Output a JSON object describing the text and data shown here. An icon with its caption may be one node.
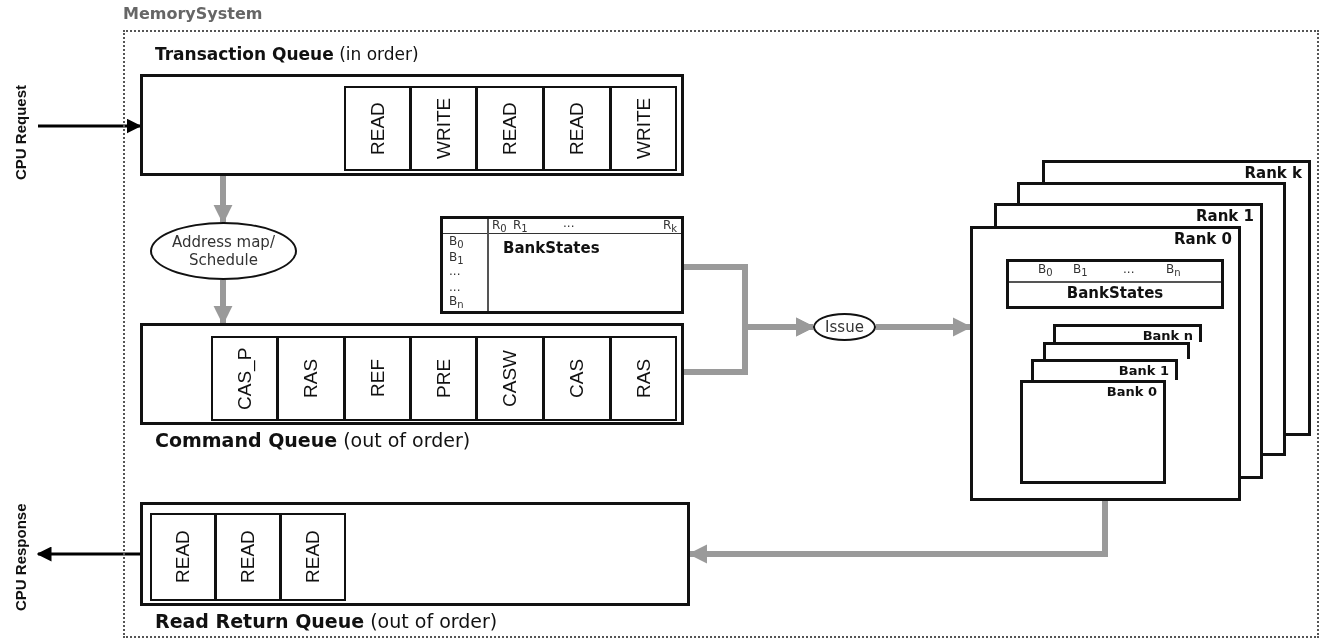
{
  "diagram": {
    "nodes": [
      {
        "text": [
          "MemorySystem"
        ]
      },
      {
        "text": [
          "**Transaction Queue** (in order)"
        ],
        "in": 0
      },
      {
        "text": [
          "READ"
        ],
        "in": 1
      },
      {
        "text": [
          "WRITE"
        ],
        "in": 1
      },
      {
        "text": [
          "READ"
        ],
        "in": 1
      },
      {
        "text": [
          "READ"
        ],
        "in": 1
      },
      {
        "text": [
          "WRITE"
        ],
        "in": 1
      },
      {
        "text": [
          "Address map/ Schedule"
        ],
        "in": 0
      },
      {
        "text": [
          "BankStates"
        ],
        "in": 0
      },
      {
        "text": [
          "**Command Queue** (out of order)"
        ],
        "in": 0
      },
      {
        "text": [
          "CAS_P"
        ],
        "in": 9
      },
      {
        "text": [
          "RAS"
        ],
        "in": 9
      },
      {
        "text": [
          "REF"
        ],
        "in": 9
      },
      {
        "text": [
          "PRE"
        ],
        "in": 9
      },
      {
        "text": [
          "CASW"
        ],
        "in": 9
      },
      {
        "text": [
          "CAS"
        ],
        "in": 9
      },
      {
        "text": [
          "RAS"
        ],
        "in": 9
      },
      {
        "text": [
          "Issue"
        ],
        "in": 0
      },
      {
        "text": [
          "Rank k"
        ],
        "in": 0
      },
      {
        "text": [],
        "shape": "box",
        "in": 0
      },
      {
        "text": [
          "Rank 1"
        ],
        "in": 0
      },
      {
        "text": [
          "Rank 0"
        ],
        "in": 0
      },
      {
        "text": [
          "BankStates"
        ],
        "in": 21
      },
      {
        "text": [
          "Bank n"
        ],
        "in": 21
      },
      {
        "text": [],
        "shape": "box",
        "in": 21
      },
      {
        "text": [
          "Bank 1"
        ],
        "in": 21
      },
      {
        "text": [
          "Bank 0"
        ],
        "in": 21
      },
      {
        "text": [
          "**Read Return Queue** (out of order)"
        ],
        "in": 0
      },
      {
        "text": [
          "READ"
        ],
        "in": 27
      },
      {
        "text": [
          "READ"
        ],
        "in": 27
      },
      {
        "text": [
          "READ"
        ],
        "in": 27
      },
      {
        "text": [
          "CPU Request"
        ]
      },
      {
        "text": [
          "CPU Response"
        ]
      }
    ],
    "edges": [
      {
        "from": 31,
        "to": 1,
        "arrow": "to",
        "color": "#000000"
      },
      {
        "from": 1,
        "to": 7,
        "arrow": "to"
      },
      {
        "from": 7,
        "to": 9,
        "arrow": "to"
      },
      {
        "from": 8,
        "to": 17,
        "arrow": "to"
      },
      {
        "from": 9,
        "to": 17,
        "arrow": "to"
      },
      {
        "from": 17,
        "to": 21,
        "arrow": "to"
      },
      {
        "from": 21,
        "to": 27,
        "arrow": "to"
      },
      {
        "from": 27,
        "to": 32,
        "arrow": "to",
        "color": "#000000"
      }
    ],
    "labels": [
      "R$_{0}$",
      "R$_{1}$",
      "...",
      "R$_{k}$",
      "B$_{0}$",
      "B$_{1}$",
      "...",
      "...",
      "B$_{n}$",
      "B$_{0}$",
      "B$_{1}$",
      "...",
      "B$_{n}$"
    ]
  }
}
